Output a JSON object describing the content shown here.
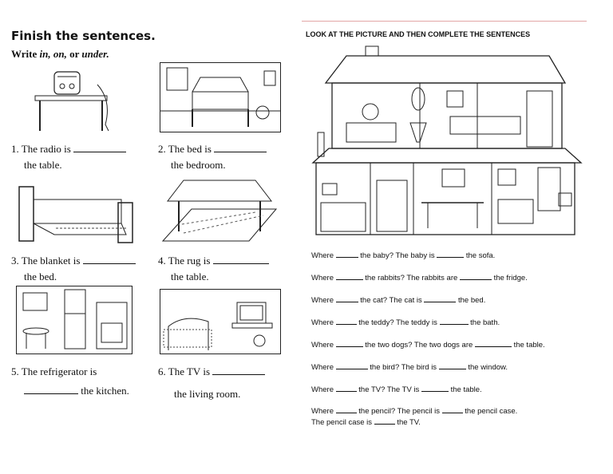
{
  "left": {
    "title": "Finish the sentences.",
    "instruction": {
      "prefix": "Write",
      "opt1": "in,",
      "opt2": "on,",
      "or": "or",
      "opt3": "under."
    },
    "items": [
      {
        "a": "1. The radio is",
        "b": "the table."
      },
      {
        "a": "2. The bed is",
        "b": "the bedroom."
      },
      {
        "a": "3. The blanket is",
        "b": "the bed."
      },
      {
        "a": "4. The rug is",
        "b": "the table."
      },
      {
        "a": "5. The refrigerator is",
        "b": "the kitchen."
      },
      {
        "a": "6. The TV is",
        "b": "the living room."
      }
    ]
  },
  "right": {
    "title": "LOOK AT THE PICTURE AND THEN COMPLETE THE SENTENCES",
    "questions": [
      {
        "p1": "Where",
        "p2": "the baby? The baby is",
        "p3": "the sofa."
      },
      {
        "p1": "Where",
        "p2": "the rabbits? The rabbits are",
        "p3": "the fridge."
      },
      {
        "p1": "Where",
        "p2": "the cat? The cat is",
        "p3": "the bed."
      },
      {
        "p1": "Where",
        "p2": "the teddy? The teddy is",
        "p3": "the bath."
      },
      {
        "p1": "Where",
        "p2": "the two dogs? The two dogs are",
        "p3": "the table."
      },
      {
        "p1": "Where",
        "p2": "the bird? The bird is",
        "p3": "the window."
      },
      {
        "p1": "Where",
        "p2": "the TV? The TV is",
        "p3": "the table."
      },
      {
        "p1": "Where",
        "p2": "the pencil? The pencil is",
        "p3": "the pencil case."
      }
    ],
    "extra": {
      "p1": "The pencil case is",
      "p2": "the TV."
    }
  }
}
